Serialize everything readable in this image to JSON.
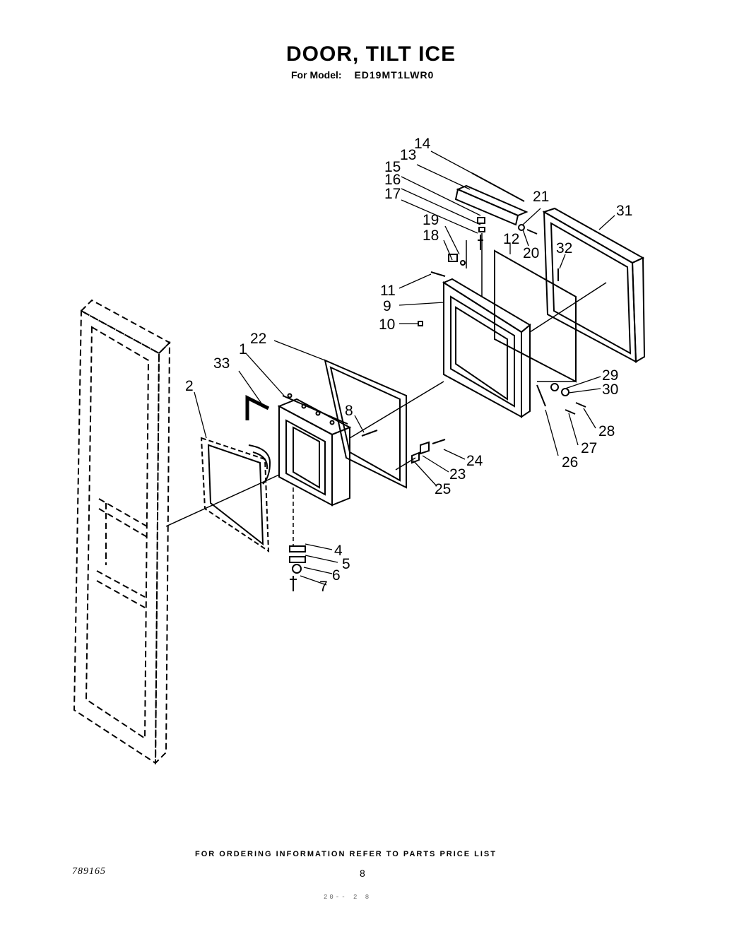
{
  "header": {
    "title": "DOOR, TILT ICE",
    "model_label": "For Model:",
    "model_number": "ED19MT1LWR0"
  },
  "callouts": {
    "c1": "1",
    "c2": "2",
    "c4": "4",
    "c5": "5",
    "c6": "6",
    "c7": "7",
    "c8": "8",
    "c9": "9",
    "c10": "10",
    "c11": "11",
    "c12": "12",
    "c13": "13",
    "c14": "14",
    "c15": "15",
    "c16": "16",
    "c17": "17",
    "c18": "18",
    "c19": "19",
    "c20": "20",
    "c21": "21",
    "c22": "22",
    "c23": "23",
    "c24": "24",
    "c25": "25",
    "c26": "26",
    "c27": "27",
    "c28": "28",
    "c29": "29",
    "c30": "30",
    "c31": "31",
    "c32": "32",
    "c33": "33"
  },
  "footer": {
    "ordering_note": "FOR ORDERING INFORMATION REFER TO PARTS PRICE LIST",
    "doc_code": "789165",
    "page_number": "8",
    "stamp": "20-- 2 8"
  }
}
